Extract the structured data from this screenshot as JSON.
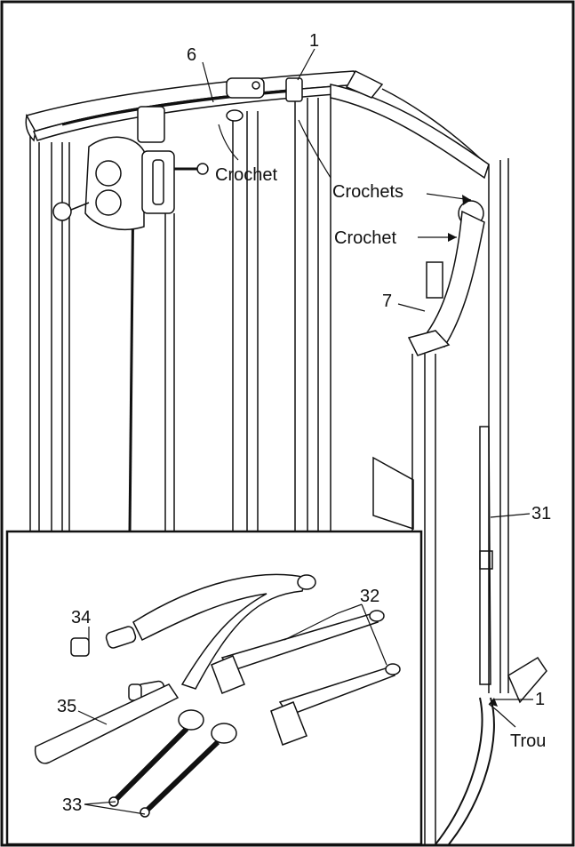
{
  "labels": {
    "part_6": "6",
    "part_1_top": "1",
    "crochet_left": "Crochet",
    "crochets": "Crochets",
    "crochet_right": "Crochet",
    "part_7": "7",
    "part_31": "31",
    "part_1_bottom": "1",
    "trou": "Trou",
    "part_34": "34",
    "part_32": "32",
    "part_35": "35",
    "part_33": "33"
  }
}
